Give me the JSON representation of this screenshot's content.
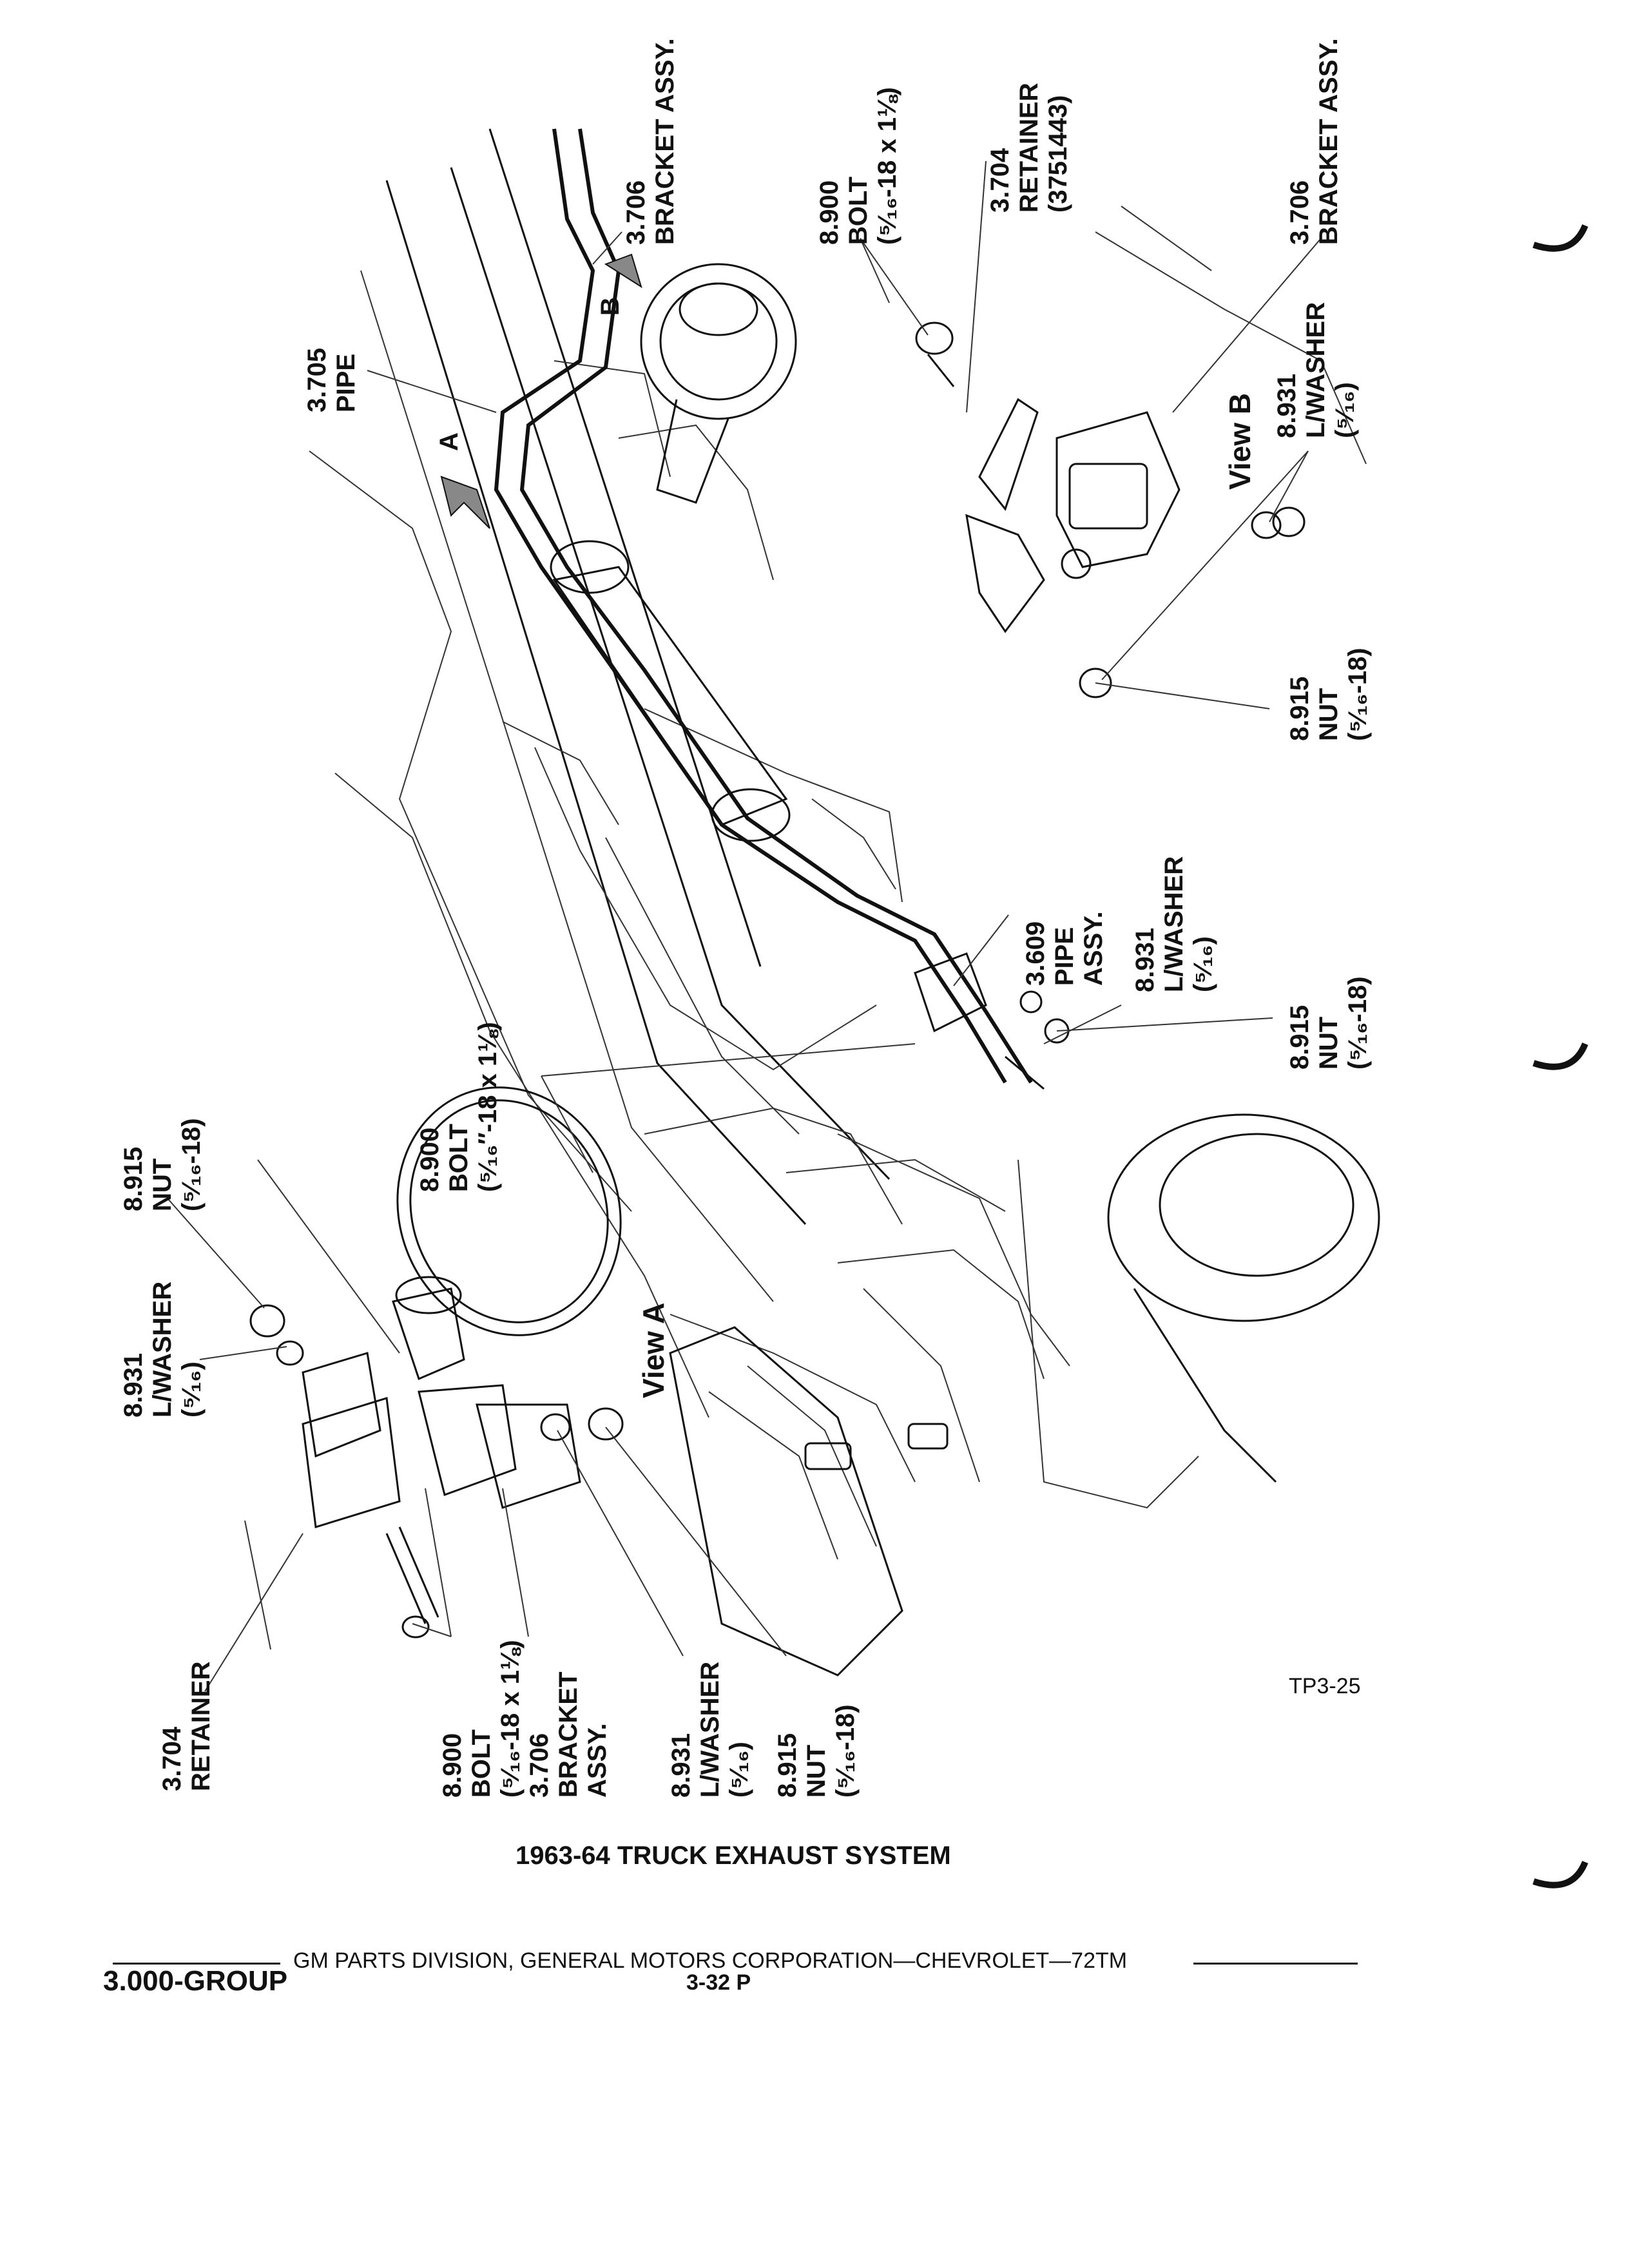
{
  "title": "1963-64 TRUCK EXHAUST SYSTEM",
  "figure_id": "TP3-25",
  "footer": "GM PARTS DIVISION, GENERAL MOTORS CORPORATION—CHEVROLET—72TM",
  "group": "3.000-GROUP",
  "page_number": "3-32 P",
  "views": {
    "a": "View A",
    "b": "View B"
  },
  "markers": {
    "a": "A",
    "b": "B"
  },
  "callouts": {
    "bracket_top": [
      "3.706",
      "BRACKET ASSY."
    ],
    "pipe_3705": [
      "3.705",
      "PIPE"
    ],
    "bolt_b": [
      "8.900",
      "BOLT",
      "(⁵⁄₁₆-18 x 1⅛)"
    ],
    "retainer_b": [
      "3.704",
      "RETAINER",
      "(3751443)"
    ],
    "bracket_b": [
      "3.706",
      "BRACKET ASSY."
    ],
    "washer_b": [
      "8.931",
      "L/WASHER",
      "(⁵⁄₁₆)"
    ],
    "nut_b": [
      "8.915",
      "NUT",
      "(⁵⁄₁₆-18)"
    ],
    "pipe_3609": [
      "3.609",
      "PIPE",
      "ASSY."
    ],
    "washer_mid": [
      "8.931",
      "L/WASHER",
      "(⁵⁄₁₆)"
    ],
    "nut_mid": [
      "8.915",
      "NUT",
      "(⁵⁄₁₆-18)"
    ],
    "bolt_mid": [
      "8.900",
      "BOLT",
      "(⁵⁄₁₆″-18 x 1⅛)"
    ],
    "nut_a_top": [
      "8.915",
      "NUT",
      "(⁵⁄₁₆-18)"
    ],
    "washer_a_top": [
      "8.931",
      "L/WASHER",
      "(⁵⁄₁₆)"
    ],
    "retainer_a": [
      "3.704",
      "RETAINER"
    ],
    "bolt_a": [
      "8.900",
      "BOLT",
      "(⁵⁄₁₆-18 x 1⅛)"
    ],
    "bracket_a": [
      "3.706",
      "BRACKET",
      "ASSY."
    ],
    "washer_a": [
      "8.931",
      "L/WASHER",
      "(⁵⁄₁₆)"
    ],
    "nut_a": [
      "8.915",
      "NUT",
      "(⁵⁄₁₆-18)"
    ]
  }
}
